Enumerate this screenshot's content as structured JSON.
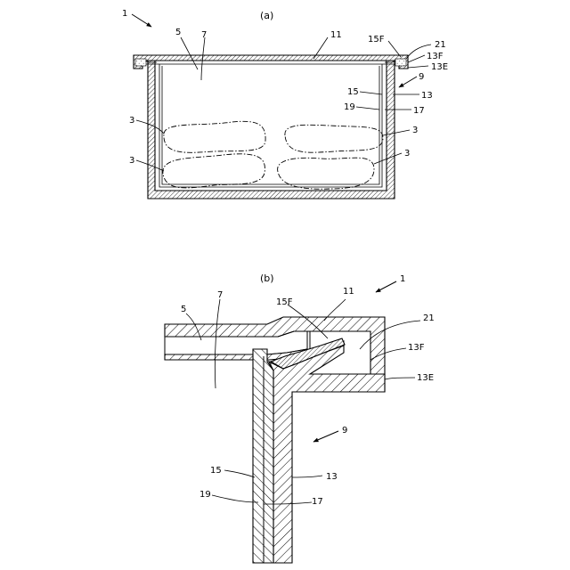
{
  "figure_a": {
    "caption": "(a)",
    "labels": {
      "ref_1": "1",
      "ref_5": "5",
      "ref_7": "7",
      "ref_11": "11",
      "ref_15F": "15F",
      "ref_21": "21",
      "ref_13F": "13F",
      "ref_13E": "13E",
      "ref_9": "9",
      "ref_15": "15",
      "ref_13": "13",
      "ref_19": "19",
      "ref_17": "17",
      "ref_3_ul": "3",
      "ref_3_ll": "3",
      "ref_3_ur": "3",
      "ref_3_lr": "3"
    }
  },
  "figure_b": {
    "caption": "(b)",
    "labels": {
      "ref_1": "1",
      "ref_11": "11",
      "ref_5": "5",
      "ref_7": "7",
      "ref_15F": "15F",
      "ref_21": "21",
      "ref_13F": "13F",
      "ref_13E": "13E",
      "ref_9": "9",
      "ref_15": "15",
      "ref_13": "13",
      "ref_19": "19",
      "ref_17": "17"
    }
  }
}
